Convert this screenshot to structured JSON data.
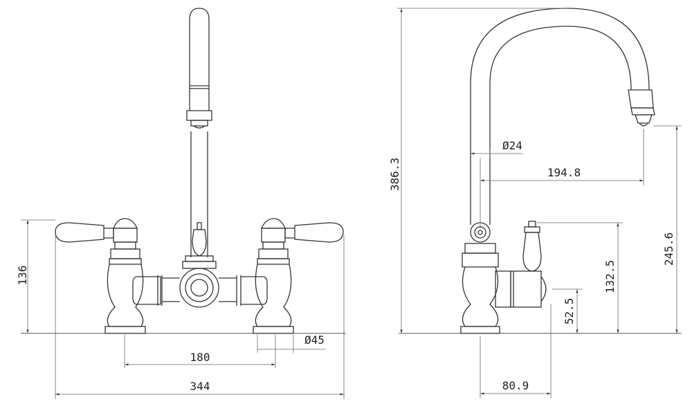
{
  "front_view": {
    "width_outer": "344",
    "centers": "180",
    "height": "136",
    "supply_diameter": "Ø45"
  },
  "side_view": {
    "overall_height": "386.3",
    "spout_diameter": "Ø24",
    "spout_reach": "194.8",
    "spout_outlet_height": "245.6",
    "lever_height": "132.5",
    "inlet_height": "52.5",
    "base_to_inlet": "80.9"
  }
}
